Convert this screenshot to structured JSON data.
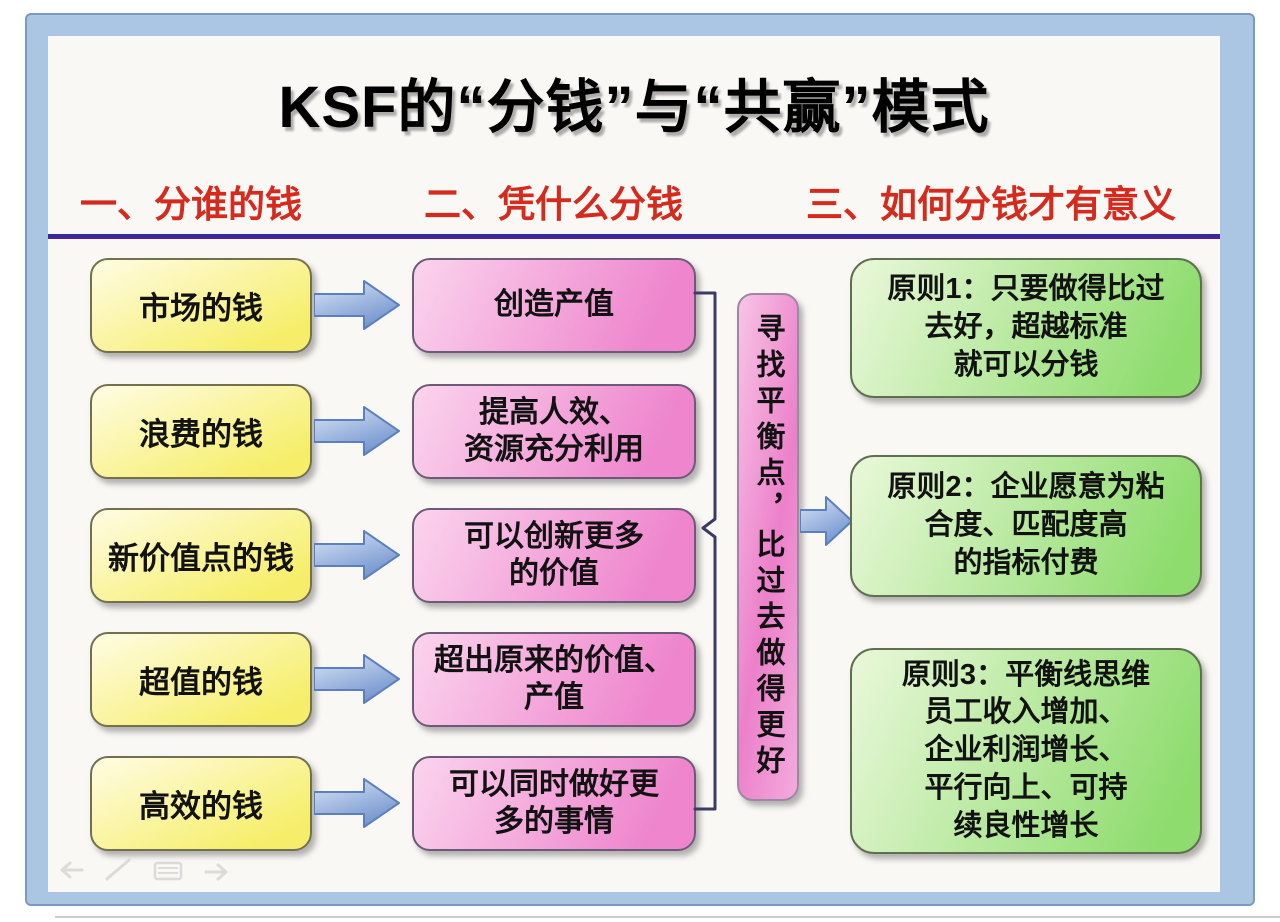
{
  "title": "KSF的“分钱”与“共赢”模式",
  "section_headers": [
    {
      "label": "一、分谁的钱"
    },
    {
      "label": "二、凭什么分钱"
    },
    {
      "label": "三、如何分钱才有意义"
    }
  ],
  "flow_rows": [
    {
      "money": "市场的钱",
      "basis": "创造产值"
    },
    {
      "money": "浪费的钱",
      "basis": "提高人效、\n资源充分利用"
    },
    {
      "money": "新价值点的钱",
      "basis": "可以创新更多\n的价值"
    },
    {
      "money": "超值的钱",
      "basis": "超出原来的价值、\n产值"
    },
    {
      "money": "高效的钱",
      "basis": "可以同时做好更\n多的事情"
    }
  ],
  "balance_note": "寻找平衡点，比过去做得更好",
  "principles": [
    {
      "label": "原则1：",
      "text": "只要做得比过\n去好，超越标准\n就可以分钱"
    },
    {
      "label": "原则2：",
      "text": "企业愿意为粘\n合度、匹配度高\n的指标付费"
    },
    {
      "label": "原则3：",
      "text": "平衡线思维\n员工收入增加、\n企业利润增长、\n平行向上、可持\n续良性增长"
    }
  ],
  "nav_toolbar": {
    "icons": [
      "previous-slide-arrow",
      "pen",
      "slide-menu",
      "next-slide-arrow"
    ]
  },
  "colors": {
    "frame_blue": "#aac6e3",
    "frame_border": "#7b99c1",
    "header_red": "#d42b1e",
    "money_yellow": "#f6ee6a",
    "basis_pink": "#ee85cd",
    "principle_green": "#8edc6e",
    "arrow_blue": "#87a3d6",
    "divider_purple": "#2b2ba2"
  }
}
